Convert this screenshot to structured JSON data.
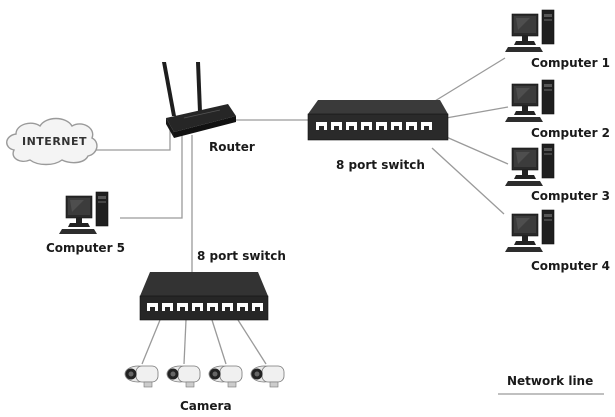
{
  "nodes": {
    "internet": "INTERNET",
    "router": "Router",
    "switch_main": "8 port switch",
    "switch_secondary": "8 port switch",
    "computer1": "Computer 1",
    "computer2": "Computer 2",
    "computer3": "Computer 3",
    "computer4": "Computer 4",
    "computer5": "Computer 5",
    "camera": "Camera"
  },
  "legend": {
    "network_line": "Network line"
  },
  "colors": {
    "line": "#9a9a9a",
    "device": "#2b2b2b",
    "port": "#ffffff"
  }
}
